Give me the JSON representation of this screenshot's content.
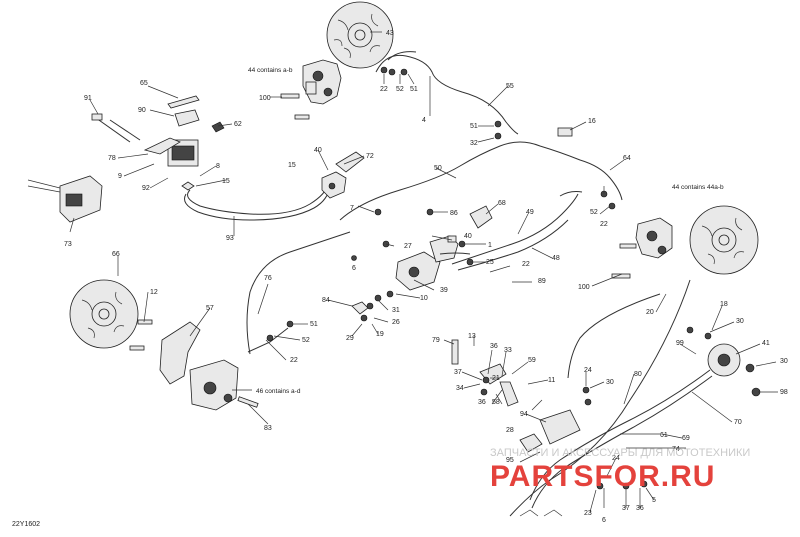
{
  "diagram_code": "22Y1602",
  "watermark": {
    "top_text": "ЗАПЧАСТИ И АКСЕССУАРЫ ДЛЯ МОТОТЕХНИКИ",
    "brand_text": "PARTSFOR.RU"
  },
  "notes": {
    "front_left_caliper": "44 contains a-b",
    "front_right_caliper": "44 contains 44a-b",
    "rear_caliper": "46 contains a-d"
  },
  "callouts": {
    "c43": "43",
    "c100a": "100",
    "c22a": "22",
    "c52a": "52",
    "c51a": "51",
    "c55": "55",
    "c4": "4",
    "c51b": "51",
    "c32": "32",
    "c16": "16",
    "c64": "64",
    "c65": "65",
    "c91": "91",
    "c90": "90",
    "c62": "62",
    "c78": "78",
    "c9": "9",
    "c92": "92",
    "c8": "8",
    "c15a": "15",
    "c15b": "15",
    "c40a": "40",
    "c72": "72",
    "c50": "50",
    "c73": "73",
    "c93": "93",
    "c7": "7",
    "c86": "86",
    "c68": "68",
    "c49": "49",
    "c44": "44",
    "c52b": "52",
    "c22b": "22",
    "c27": "27",
    "c40b": "40",
    "c1": "1",
    "c6": "6",
    "c25": "25",
    "c22c": "22",
    "c89": "89",
    "c66": "66",
    "c76": "76",
    "c39": "39",
    "c48": "48",
    "c100b": "100",
    "c12": "12",
    "c84": "84",
    "c31": "31",
    "c10": "10",
    "c57": "57",
    "c51c": "51",
    "c26": "26",
    "c29": "29",
    "c19": "19",
    "c52c": "52",
    "c22d": "22",
    "c20": "20",
    "c18": "18",
    "c30a": "30",
    "c99": "99",
    "c41": "41",
    "c30b": "30",
    "c98": "98",
    "c79": "79",
    "c13": "13",
    "c36a": "36",
    "c33": "33",
    "c37a": "37",
    "c59": "59",
    "c34": "34",
    "c21": "21",
    "c11": "11",
    "c24a": "24",
    "c30c": "30",
    "c80": "80",
    "c58": "58",
    "c36b": "36",
    "c94": "94",
    "c28": "28",
    "c70": "70",
    "c83": "83",
    "c69": "69",
    "c61": "61",
    "c74": "74",
    "c95": "95",
    "c24b": "24",
    "c23": "23",
    "c6b": "6",
    "c37b": "37",
    "c36c": "36",
    "c5": "5"
  }
}
